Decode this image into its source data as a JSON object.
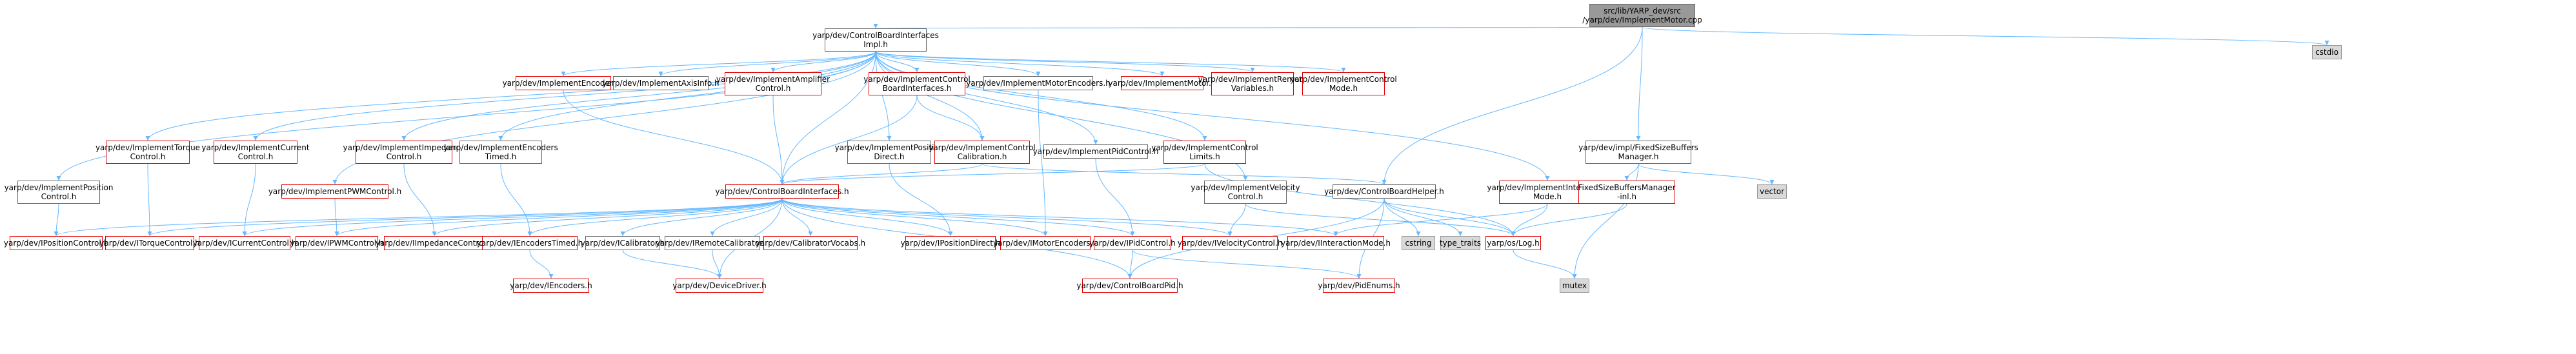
{
  "diagram": {
    "nodes": [
      {
        "id": "root",
        "label": "src/lib/YARP_dev/src\n/yarp/dev/ImplementMotor.cpp",
        "style": "root"
      },
      {
        "id": "cbi_impl",
        "label": "yarp/dev/ControlBoardInterfaces\nImpl.h",
        "style": "normal"
      },
      {
        "id": "cstdio",
        "label": "cstdio",
        "style": "gray"
      },
      {
        "id": "enc",
        "label": "yarp/dev/ImplementEncoders.h",
        "style": "red"
      },
      {
        "id": "axis",
        "label": "yarp/dev/ImplementAxisInfo.h",
        "style": "normal"
      },
      {
        "id": "amp",
        "label": "yarp/dev/ImplementAmplifier\nControl.h",
        "style": "red"
      },
      {
        "id": "cbi_ctrl",
        "label": "yarp/dev/ImplementControl\nBoardInterfaces.h",
        "style": "red"
      },
      {
        "id": "motenc",
        "label": "yarp/dev/ImplementMotorEncoders.h",
        "style": "normal"
      },
      {
        "id": "motor",
        "label": "yarp/dev/ImplementMotor.h",
        "style": "red"
      },
      {
        "id": "remvar",
        "label": "yarp/dev/ImplementRemote\nVariables.h",
        "style": "red"
      },
      {
        "id": "ctrlmode",
        "label": "yarp/dev/ImplementControl\nMode.h",
        "style": "red"
      },
      {
        "id": "torque",
        "label": "yarp/dev/ImplementTorque\nControl.h",
        "style": "red"
      },
      {
        "id": "current",
        "label": "yarp/dev/ImplementCurrent\nControl.h",
        "style": "red"
      },
      {
        "id": "imped",
        "label": "yarp/dev/ImplementImpedance\nControl.h",
        "style": "red"
      },
      {
        "id": "enctimed",
        "label": "yarp/dev/ImplementEncoders\nTimed.h",
        "style": "normal"
      },
      {
        "id": "posdirect",
        "label": "yarp/dev/ImplementPosition\nDirect.h",
        "style": "normal"
      },
      {
        "id": "calib",
        "label": "yarp/dev/ImplementControl\nCalibration.h",
        "style": "red"
      },
      {
        "id": "pidctrl",
        "label": "yarp/dev/ImplementPidControl.h",
        "style": "normal"
      },
      {
        "id": "ctrllimits",
        "label": "yarp/dev/ImplementControl\nLimits.h",
        "style": "red"
      },
      {
        "id": "interact",
        "label": "yarp/dev/ImplementInteraction\nMode.h",
        "style": "red"
      },
      {
        "id": "fsbm",
        "label": "yarp/dev/impl/FixedSizeBuffers\nManager.h",
        "style": "normal"
      },
      {
        "id": "poscontrol",
        "label": "yarp/dev/ImplementPosition\nControl.h",
        "style": "normal"
      },
      {
        "id": "pwm",
        "label": "yarp/dev/ImplementPWMControl.h",
        "style": "red"
      },
      {
        "id": "cbi",
        "label": "yarp/dev/ControlBoardInterfaces.h",
        "style": "red"
      },
      {
        "id": "velctrl",
        "label": "yarp/dev/ImplementVelocity\nControl.h",
        "style": "normal"
      },
      {
        "id": "cbhelper",
        "label": "yarp/dev/ControlBoardHelper.h",
        "style": "normal"
      },
      {
        "id": "fsbm_inl",
        "label": "FixedSizeBuffersManager\n-inl.h",
        "style": "red"
      },
      {
        "id": "vector",
        "label": "vector",
        "style": "gray"
      },
      {
        "id": "iposctrl",
        "label": "yarp/dev/IPositionControl.h",
        "style": "red"
      },
      {
        "id": "itorque",
        "label": "yarp/dev/ITorqueControl.h",
        "style": "red"
      },
      {
        "id": "icurrent",
        "label": "yarp/dev/ICurrentControl.h",
        "style": "red"
      },
      {
        "id": "ipwm",
        "label": "yarp/dev/IPWMControl.h",
        "style": "red"
      },
      {
        "id": "iimped",
        "label": "yarp/dev/IImpedanceControl.h",
        "style": "red"
      },
      {
        "id": "ienctimed",
        "label": "yarp/dev/IEncodersTimed.h",
        "style": "red"
      },
      {
        "id": "icalib",
        "label": "yarp/dev/ICalibrator.h",
        "style": "normal"
      },
      {
        "id": "iremcal",
        "label": "yarp/dev/IRemoteCalibrator.h",
        "style": "normal"
      },
      {
        "id": "calvocabs",
        "label": "yarp/dev/CalibratorVocabs.h",
        "style": "red"
      },
      {
        "id": "iposdirect",
        "label": "yarp/dev/IPositionDirect.h",
        "style": "red"
      },
      {
        "id": "imotenc",
        "label": "yarp/dev/IMotorEncoders.h",
        "style": "red"
      },
      {
        "id": "ipid",
        "label": "yarp/dev/IPidControl.h",
        "style": "red"
      },
      {
        "id": "ivel",
        "label": "yarp/dev/IVelocityControl.h",
        "style": "red"
      },
      {
        "id": "iinteract",
        "label": "yarp/dev/IInteractionMode.h",
        "style": "red"
      },
      {
        "id": "cstring",
        "label": "cstring",
        "style": "gray"
      },
      {
        "id": "typetraits",
        "label": "type_traits",
        "style": "gray"
      },
      {
        "id": "log",
        "label": "yarp/os/Log.h",
        "style": "red"
      },
      {
        "id": "iencoders",
        "label": "yarp/dev/IEncoders.h",
        "style": "red"
      },
      {
        "id": "devdriver",
        "label": "yarp/dev/DeviceDriver.h",
        "style": "red"
      },
      {
        "id": "cbpid",
        "label": "yarp/dev/ControlBoardPid.h",
        "style": "red"
      },
      {
        "id": "pidenums",
        "label": "yarp/dev/PidEnums.h",
        "style": "red"
      },
      {
        "id": "mutex",
        "label": "mutex",
        "style": "gray"
      }
    ],
    "edges": [
      [
        "root",
        "cbi_impl"
      ],
      [
        "root",
        "cstdio"
      ],
      [
        "root",
        "cbhelper"
      ],
      [
        "root",
        "fsbm"
      ],
      [
        "cbi_impl",
        "enc"
      ],
      [
        "cbi_impl",
        "axis"
      ],
      [
        "cbi_impl",
        "amp"
      ],
      [
        "cbi_impl",
        "cbi_ctrl"
      ],
      [
        "cbi_impl",
        "motenc"
      ],
      [
        "cbi_impl",
        "motor"
      ],
      [
        "cbi_impl",
        "remvar"
      ],
      [
        "cbi_impl",
        "ctrlmode"
      ],
      [
        "cbi_impl",
        "torque"
      ],
      [
        "cbi_impl",
        "current"
      ],
      [
        "cbi_impl",
        "imped"
      ],
      [
        "cbi_impl",
        "enctimed"
      ],
      [
        "cbi_impl",
        "posdirect"
      ],
      [
        "cbi_impl",
        "calib"
      ],
      [
        "cbi_impl",
        "pidctrl"
      ],
      [
        "cbi_impl",
        "ctrllimits"
      ],
      [
        "cbi_impl",
        "interact"
      ],
      [
        "cbi_impl",
        "poscontrol"
      ],
      [
        "cbi_impl",
        "pwm"
      ],
      [
        "cbi_impl",
        "cbi"
      ],
      [
        "cbi_impl",
        "velctrl"
      ],
      [
        "enc",
        "cbi"
      ],
      [
        "amp",
        "cbi"
      ],
      [
        "cbi_ctrl",
        "cbi"
      ],
      [
        "cbi_ctrl",
        "calib"
      ],
      [
        "motenc",
        "imotenc"
      ],
      [
        "torque",
        "itorque"
      ],
      [
        "current",
        "icurrent"
      ],
      [
        "imped",
        "iimped"
      ],
      [
        "enctimed",
        "ienctimed"
      ],
      [
        "posdirect",
        "iposdirect"
      ],
      [
        "calib",
        "cbi"
      ],
      [
        "calib",
        "cbhelper"
      ],
      [
        "pidctrl",
        "ipid"
      ],
      [
        "ctrllimits",
        "cbi"
      ],
      [
        "ctrllimits",
        "log"
      ],
      [
        "interact",
        "iinteract"
      ],
      [
        "interact",
        "log"
      ],
      [
        "poscontrol",
        "iposctrl"
      ],
      [
        "pwm",
        "ipwm"
      ],
      [
        "velctrl",
        "ivel"
      ],
      [
        "velctrl",
        "log"
      ],
      [
        "fsbm",
        "fsbm_inl"
      ],
      [
        "fsbm",
        "vector"
      ],
      [
        "fsbm",
        "mutex"
      ],
      [
        "fsbm_inl",
        "log"
      ],
      [
        "cbi",
        "iposctrl"
      ],
      [
        "cbi",
        "itorque"
      ],
      [
        "cbi",
        "icurrent"
      ],
      [
        "cbi",
        "ipwm"
      ],
      [
        "cbi",
        "iimped"
      ],
      [
        "cbi",
        "ienctimed"
      ],
      [
        "cbi",
        "icalib"
      ],
      [
        "cbi",
        "iremcal"
      ],
      [
        "cbi",
        "calvocabs"
      ],
      [
        "cbi",
        "iposdirect"
      ],
      [
        "cbi",
        "imotenc"
      ],
      [
        "cbi",
        "ipid"
      ],
      [
        "cbi",
        "ivel"
      ],
      [
        "cbi",
        "iinteract"
      ],
      [
        "cbi",
        "devdriver"
      ],
      [
        "cbi",
        "cbpid"
      ],
      [
        "cbhelper",
        "cstring"
      ],
      [
        "cbhelper",
        "typetraits"
      ],
      [
        "cbhelper",
        "log"
      ],
      [
        "cbhelper",
        "cbpid"
      ],
      [
        "cbhelper",
        "pidenums"
      ],
      [
        "ienctimed",
        "iencoders"
      ],
      [
        "icalib",
        "devdriver"
      ],
      [
        "iremcal",
        "devdriver"
      ],
      [
        "ipid",
        "cbpid"
      ],
      [
        "ipid",
        "pidenums"
      ],
      [
        "log",
        "mutex"
      ]
    ]
  },
  "colors": {
    "edge": "#63b8ff",
    "box_border": "#666666",
    "red_border": "#e00000",
    "root_fill": "#999999",
    "gray_fill": "#d9d9d9"
  }
}
